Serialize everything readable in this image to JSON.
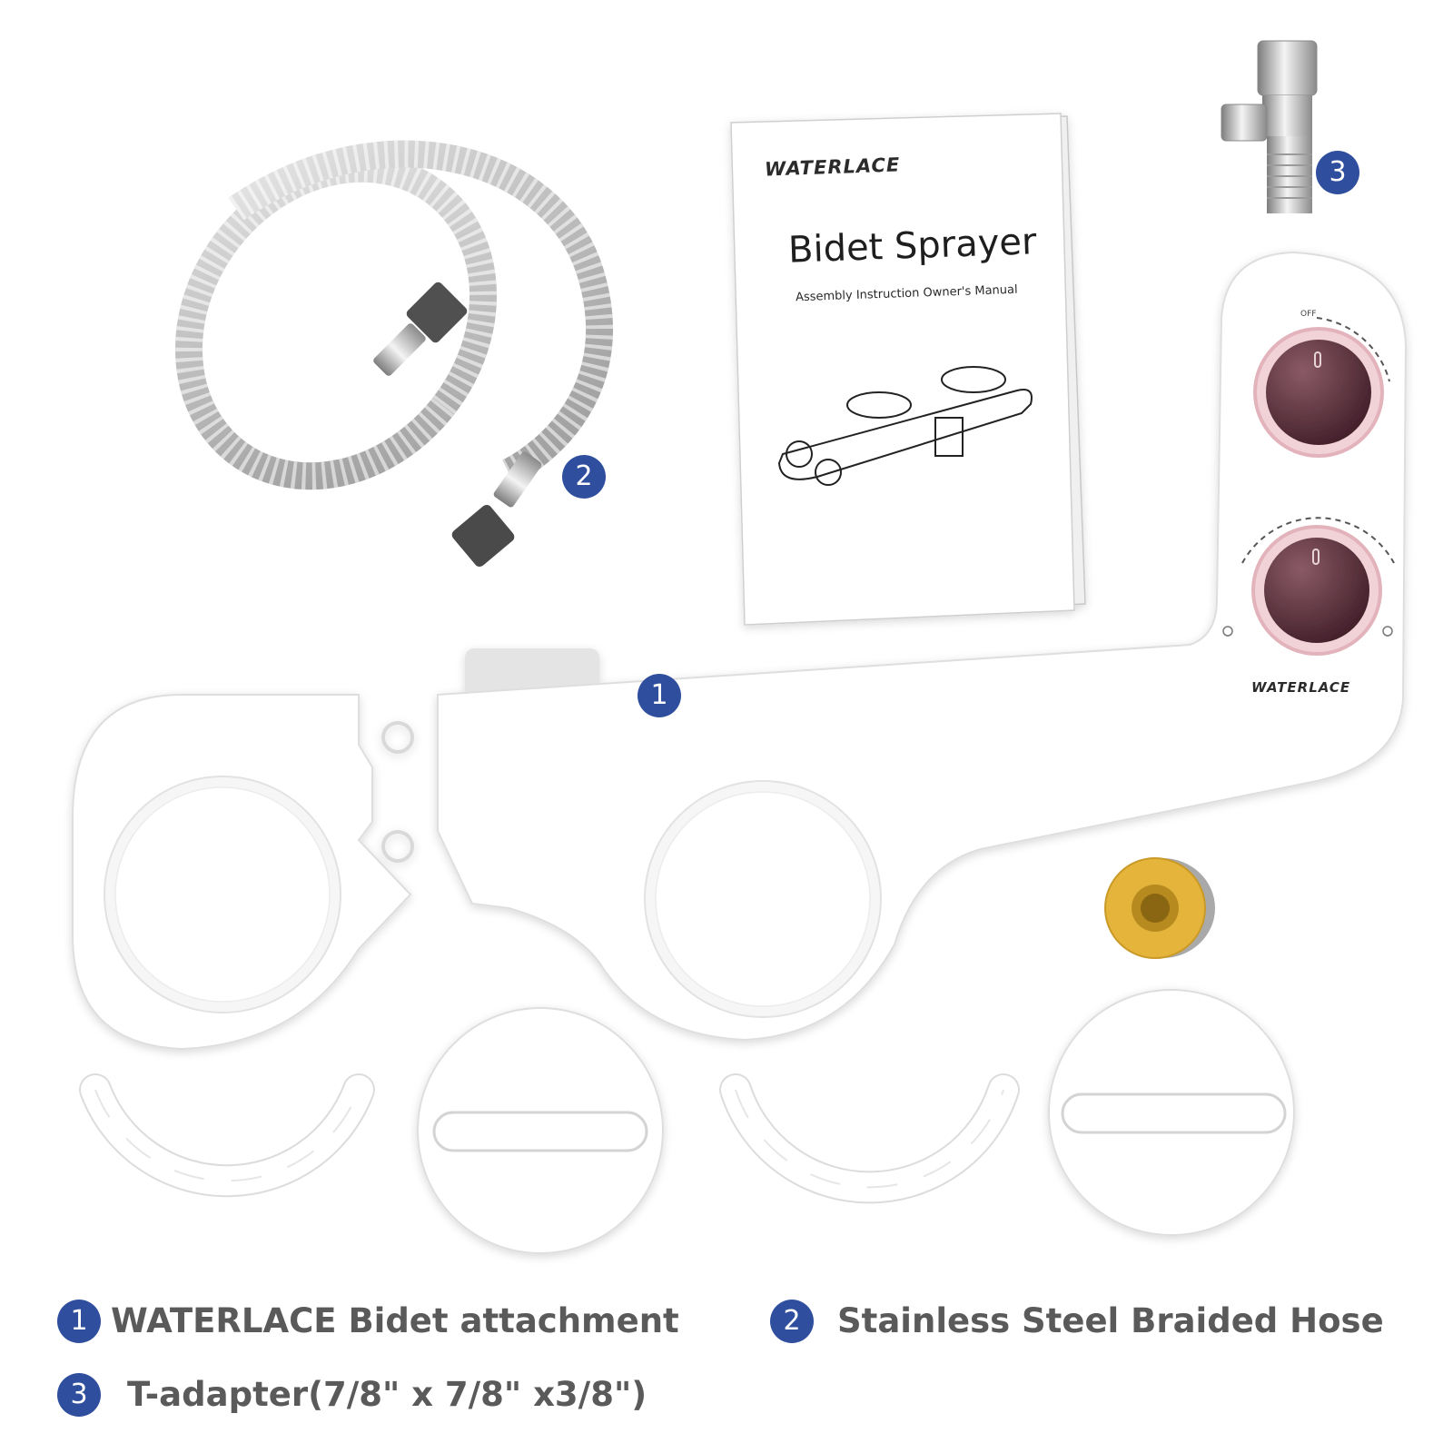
{
  "booklet": {
    "brand": "WATERLACE",
    "title": "Bidet Sprayer",
    "subtitle": "Assembly Instruction Owner's Manual"
  },
  "bidet": {
    "brand": "WATERLACE",
    "dial_off_label": "OFF"
  },
  "badges": {
    "one": "1",
    "two": "2",
    "three": "3"
  },
  "legend": {
    "item1": {
      "number": "1",
      "label": "WATERLACE  Bidet attachment"
    },
    "item2": {
      "number": "2",
      "label": "Stainless Steel Braided Hose"
    },
    "item3": {
      "number": "3",
      "label": "T-adapter(7/8\" x 7/8\" x3/8\")"
    }
  },
  "colors": {
    "badge": "#2f4f9e",
    "legend_text": "#5a5a5a",
    "knob": "#5a2e3a",
    "knob_ring": "#e8b9c0",
    "tape_gold": "#e5b43a"
  }
}
